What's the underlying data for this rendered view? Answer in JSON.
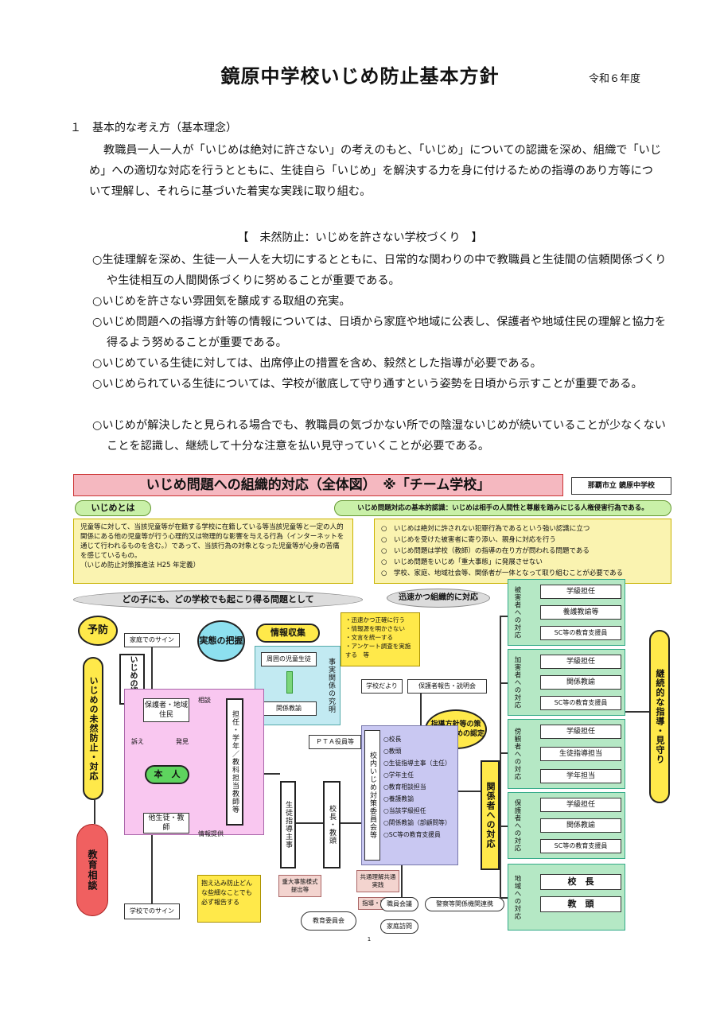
{
  "header": {
    "title": "鏡原中学校いじめ防止基本方針",
    "year": "令和６年度"
  },
  "section1": {
    "heading": "１　基本的な考え方（基本理念）",
    "paragraph": "教職員一人一人が「いじめは絶対に許さない」の考えのもと、「いじめ」についての認識を深め、組織で「いじめ」への適切な対応を行うとともに、生徒自ら「いじめ」を解決する力を身に付けるための指導のあり方等について理解し、それらに基づいた着実な実践に取り組む。"
  },
  "prevention": {
    "heading": "【　未然防止：いじめを許さない学校づくり　】",
    "items": [
      "○生徒理解を深め、生徒一人一人を大切にするとともに、日常的な関わりの中で教職員と生徒間の信頼関係づくりや生徒相互の人間関係づくりに努めることが重要である。",
      "○いじめを許さない雰囲気を醸成する取組の充実。",
      "○いじめ問題への指導方針等の情報については、日頃から家庭や地域に公表し、保護者や地域住民の理解と協力を得るよう努めることが重要である。",
      "○いじめている生徒に対しては、出席停止の措置を含め、毅然とした指導が必要である。",
      "○いじめられている生徒については、学校が徹底して守り通すという姿勢を日頃から示すことが重要である。",
      "○いじめが解決したと見られる場合でも、教職員の気づかない所での陰湿ないじめが続いていることが少なくないことを認識し、継続して十分な注意を払い見守っていくことが必要である。"
    ]
  },
  "diagram": {
    "banner": "いじめ問題への組織的対応（全体図）　※「チーム学校」",
    "school_tag": "那覇市立 鏡原中学校",
    "definition_title": "いじめとは",
    "definition_text": "児童等に対して、当該児童等が在籍する学校に在籍している等当該児童等と一定の人的関係にある他の児童等が行う心理的又は物理的な影響を与える行為（インターネットを通じて行われるものを含む。）であって、当該行為の対象となった児童等が心身の苦痛を感じているもの。",
    "definition_source": "（いじめ防止対策推進法 H25 年定義）",
    "basic_title": "いじめ問題対応の基本的認識：いじめは相手の人間性と尊厳を踏みにじる人権侵害行為である。",
    "basic_items": [
      "○　いじめは絶対に許されない犯罪行為であるという強い認識に立つ",
      "○　いじめを受けた被害者に寄り添い、親身に対応を行う",
      "○　いじめ問題は学校（教師）の指導の在り方が問われる問題である",
      "○　いじめ問題をいじめ「重大事態」に発展させない",
      "○　学校、家庭、地域社会等、関係者が一体となって取り組むことが必要である"
    ],
    "ellipse_left": "どの子にも、どの学校でも起こり得る問題として",
    "ellipse_right": "迅速かつ組織的に対応",
    "yobo": "予防",
    "mizen_vertical": "いじめの未然防止・対応",
    "kyoiku_soudan": "教育相談",
    "home_sign": "家庭でのサイン",
    "school_sign": "学校でのサイン",
    "jittai": "実態の把握",
    "joho": "情報収集",
    "notes": [
      "・迅速かつ正確に行う",
      "・情報源を明かさない",
      "・文言を統一する",
      "・アンケート調査を実施する　等"
    ],
    "shuui": "周囲の児童生徒",
    "kankei": "関係教諭",
    "jijitsu": "事実関係の究明",
    "ninchi": "いじめの認知",
    "hogosha": "保護者・地域住民",
    "honnin": "本　人",
    "tasei": "他生徒・教　師",
    "sodan": "相談",
    "uttae": "訴え",
    "hakken": "発見",
    "joho_teikyo": "情報提供",
    "tannin": "担任・学年／教科担当教師等",
    "kakaekomi": "抱え込み防止どんな些細なことでも必ず報告する",
    "seito_shido": "生徒指導主事",
    "kocho_kyoto": "校長・教頭",
    "pta": "ＰＴＡ役員等",
    "gakko_dayori": "学校だより",
    "hogosha_hokoku": "保護者報告・説明会",
    "shido_hoshin": "指導方針等の策定・いじめの認定",
    "iinkai_vertical": "校内いじめ対策委員会等",
    "iinkai_members": [
      "○校長",
      "○教頭",
      "○生徒指導主事（主任）",
      "○学年主任",
      "○教育相談担当",
      "○養護教諭",
      "○当該学級担任",
      "○関係教諭（部顧問等）",
      "○SC等の教育支援員"
    ],
    "kankeisha": "関係者への対応",
    "juudai": "重大事態様式提出等",
    "kyotsu_rikai": "共通理解共通実践",
    "shido_jogen": "指導・助言",
    "kyoiku_iinkai": "教育委員会",
    "shokuin_kaigi": "職員会議",
    "katei_homon": "家庭訪問",
    "keisatsu": "警察等関係機関連携",
    "groups": [
      {
        "label": "被害者への対応",
        "items": [
          "学級担任",
          "養護教諭等",
          "SC等の教育支援員"
        ]
      },
      {
        "label": "加害者への対応",
        "items": [
          "学級担任",
          "関係教諭",
          "SC等の教育支援員"
        ]
      },
      {
        "label": "傍観者への対応",
        "items": [
          "学級担任",
          "生徒指導担当",
          "学年担当"
        ]
      },
      {
        "label": "保護者への対応",
        "items": [
          "学級担任",
          "関係教諭",
          "SC等の教育支援員"
        ]
      },
      {
        "label": "地域への対応",
        "items": [
          "校　長",
          "教　頭"
        ]
      }
    ],
    "mimamori": "継続的な指導・見守り",
    "page_number": "1"
  }
}
